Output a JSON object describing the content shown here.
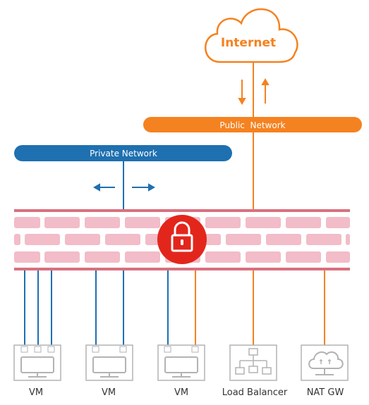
{
  "internet": {
    "label": "Internet"
  },
  "public_network": {
    "label": "Public  Network"
  },
  "private_network": {
    "label": "Private Network"
  },
  "nodes": [
    {
      "label": "VM"
    },
    {
      "label": "VM"
    },
    {
      "label": "VM"
    },
    {
      "label": "Load Balancer"
    },
    {
      "label": "NAT GW"
    }
  ],
  "colors": {
    "orange": "#f58220",
    "blue": "#1f70b0",
    "wall_pink": "#f2bcc8",
    "wall_rail": "#d9707f",
    "lock_red": "#e3261c",
    "gray": "#b3b3b3"
  },
  "icons": [
    "cloud-icon",
    "lock-icon",
    "monitor-icon",
    "load-balancer-icon",
    "nat-gateway-icon",
    "arrow-icon"
  ]
}
